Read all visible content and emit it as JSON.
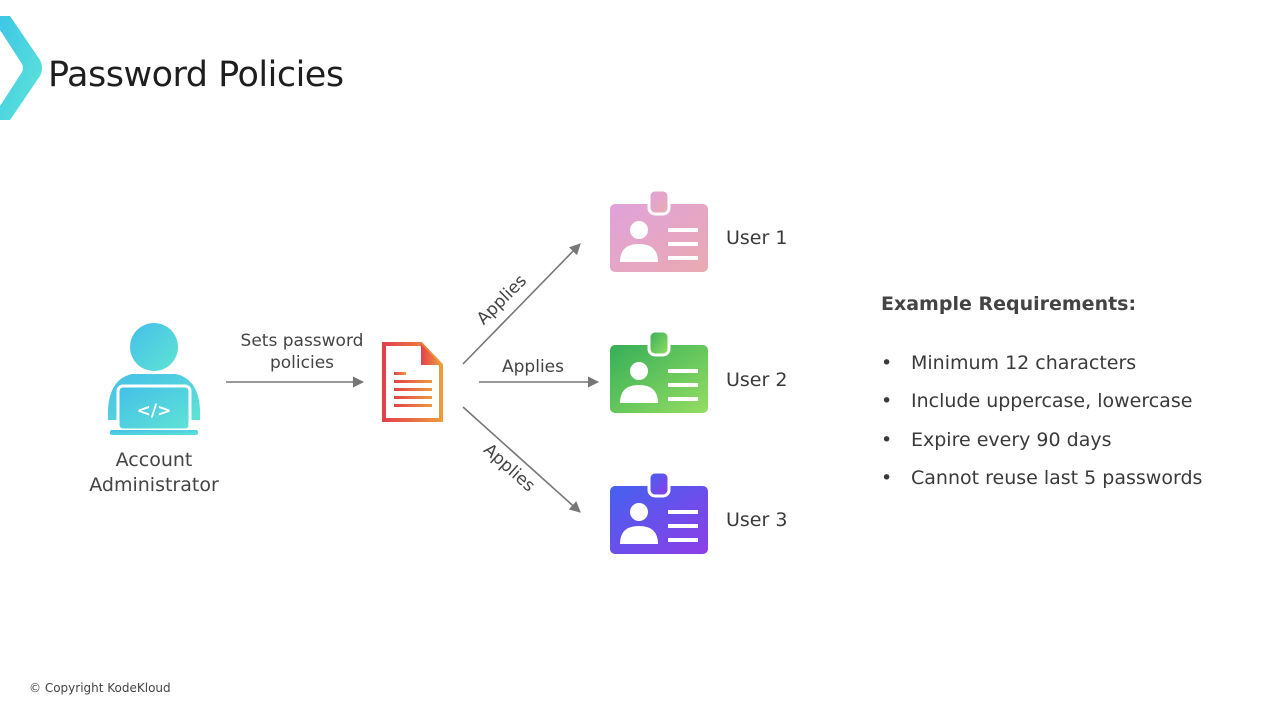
{
  "slide": {
    "title": "Password Policies",
    "copyright": "© Copyright KodeKloud"
  },
  "diagram": {
    "actor": {
      "label_line1": "Account",
      "label_line2": "Administrator",
      "icon": "developer-laptop-icon",
      "color_start": "#4fc3e8",
      "color_end": "#5be0d6"
    },
    "set_edge": {
      "label_line1": "Sets password",
      "label_line2": "policies"
    },
    "policy_document": {
      "icon": "document-icon",
      "color_start": "#e2404c",
      "color_end": "#ee9a3e"
    },
    "apply_edges": [
      {
        "label": "Applies",
        "target": "User 1"
      },
      {
        "label": "Applies",
        "target": "User 2"
      },
      {
        "label": "Applies",
        "target": "User 3"
      }
    ],
    "users": [
      {
        "label": "User 1",
        "icon": "id-badge-icon",
        "color_start": "#e4a3d6",
        "color_end": "#e9a9b4"
      },
      {
        "label": "User 2",
        "icon": "id-badge-icon",
        "color_start": "#3fb45a",
        "color_end": "#8edc62"
      },
      {
        "label": "User 3",
        "icon": "id-badge-icon",
        "color_start": "#4b5ff0",
        "color_end": "#8a3fe8"
      }
    ],
    "edge_color": "#777777"
  },
  "requirements": {
    "heading": "Example Requirements:",
    "bullet": "•",
    "items": [
      "Minimum 12 characters",
      "Include uppercase, lowercase",
      "Expire every 90 days",
      "Cannot reuse last 5 passwords"
    ]
  }
}
